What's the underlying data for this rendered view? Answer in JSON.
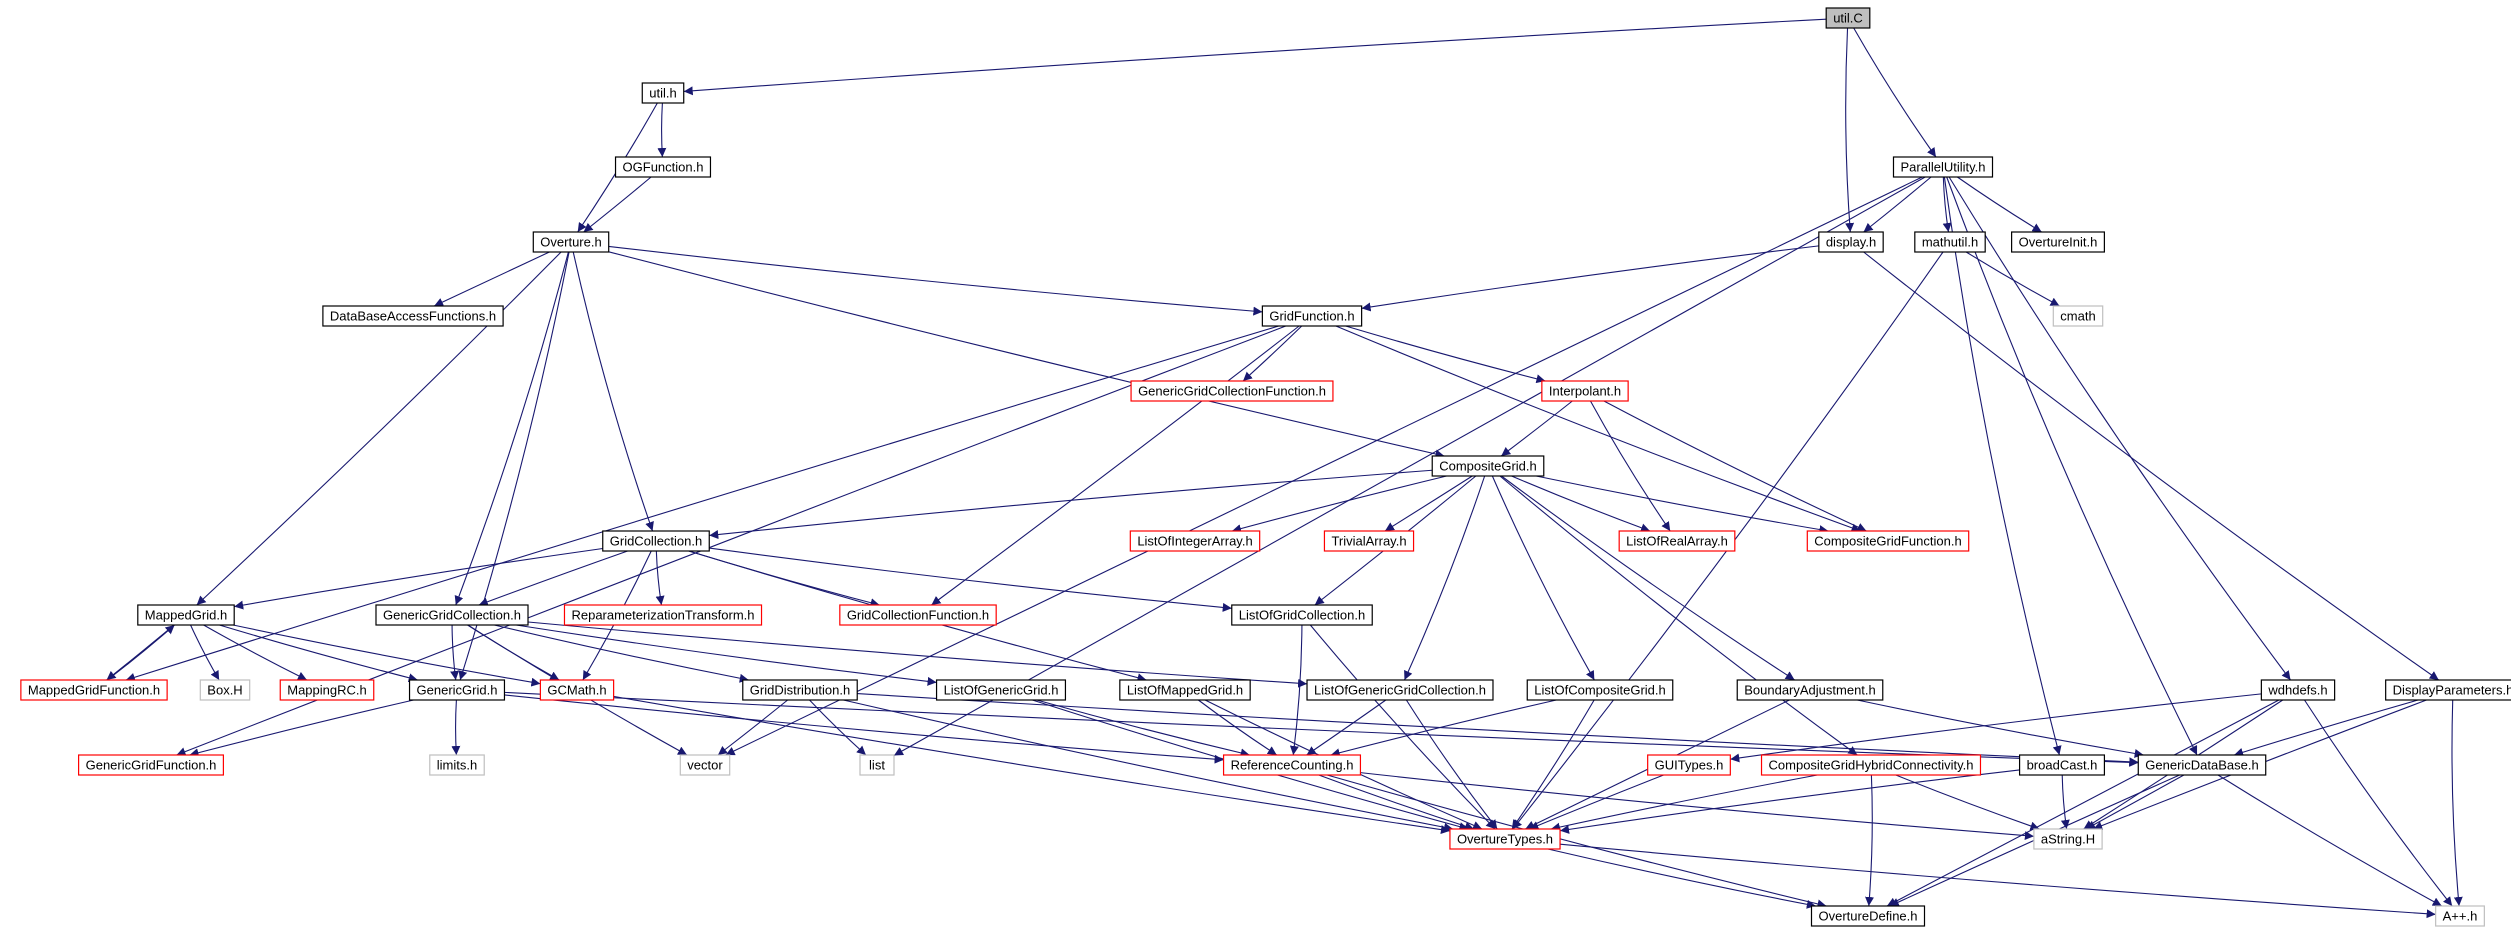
{
  "diagram": {
    "colors": {
      "edge": "#191970",
      "border_normal": "#000000",
      "border_truncated": "#ff0000",
      "border_system": "#bfbfbf",
      "root_fill": "#bfbfbf",
      "node_fill": "#ffffff"
    },
    "nodes": [
      {
        "id": "utilC",
        "label": "util.C",
        "style": "root"
      },
      {
        "id": "utilH",
        "label": "util.h",
        "style": "normal"
      },
      {
        "id": "OGFunction",
        "label": "OGFunction.h",
        "style": "normal"
      },
      {
        "id": "Overture",
        "label": "Overture.h",
        "style": "normal"
      },
      {
        "id": "DataBaseAccess",
        "label": "DataBaseAccessFunctions.h",
        "style": "normal"
      },
      {
        "id": "GridFunction",
        "label": "GridFunction.h",
        "style": "normal"
      },
      {
        "id": "GGCFunction",
        "label": "GenericGridCollectionFunction.h",
        "style": "truncated"
      },
      {
        "id": "Interpolant",
        "label": "Interpolant.h",
        "style": "truncated"
      },
      {
        "id": "CompositeGrid",
        "label": "CompositeGrid.h",
        "style": "normal"
      },
      {
        "id": "GridCollection",
        "label": "GridCollection.h",
        "style": "normal"
      },
      {
        "id": "ListOfIntegerArray",
        "label": "ListOfIntegerArray.h",
        "style": "truncated"
      },
      {
        "id": "TrivialArray",
        "label": "TrivialArray.h",
        "style": "truncated"
      },
      {
        "id": "ListOfRealArray",
        "label": "ListOfRealArray.h",
        "style": "truncated"
      },
      {
        "id": "CompositeGridFunction",
        "label": "CompositeGridFunction.h",
        "style": "truncated"
      },
      {
        "id": "MappedGrid",
        "label": "MappedGrid.h",
        "style": "normal"
      },
      {
        "id": "GenericGridCollection",
        "label": "GenericGridCollection.h",
        "style": "normal"
      },
      {
        "id": "Reparam",
        "label": "ReparameterizationTransform.h",
        "style": "truncated"
      },
      {
        "id": "GridCollectionFunction",
        "label": "GridCollectionFunction.h",
        "style": "truncated"
      },
      {
        "id": "ListOfGridCollection",
        "label": "ListOfGridCollection.h",
        "style": "normal"
      },
      {
        "id": "MappedGridFunction",
        "label": "MappedGridFunction.h",
        "style": "truncated"
      },
      {
        "id": "BoxH",
        "label": "Box.H",
        "style": "system"
      },
      {
        "id": "MappingRC",
        "label": "MappingRC.h",
        "style": "truncated"
      },
      {
        "id": "GenericGrid",
        "label": "GenericGrid.h",
        "style": "normal"
      },
      {
        "id": "GCMath",
        "label": "GCMath.h",
        "style": "truncated"
      },
      {
        "id": "GridDistribution",
        "label": "GridDistribution.h",
        "style": "normal"
      },
      {
        "id": "ListOfGenericGrid",
        "label": "ListOfGenericGrid.h",
        "style": "normal"
      },
      {
        "id": "ListOfMappedGrid",
        "label": "ListOfMappedGrid.h",
        "style": "normal"
      },
      {
        "id": "ListOfGGC",
        "label": "ListOfGenericGridCollection.h",
        "style": "normal"
      },
      {
        "id": "ListOfCompositeGrid",
        "label": "ListOfCompositeGrid.h",
        "style": "normal"
      },
      {
        "id": "BoundaryAdjustment",
        "label": "BoundaryAdjustment.h",
        "style": "normal"
      },
      {
        "id": "GenericGridFunction",
        "label": "GenericGridFunction.h",
        "style": "truncated"
      },
      {
        "id": "limits",
        "label": "limits.h",
        "style": "system"
      },
      {
        "id": "vector",
        "label": "vector",
        "style": "system"
      },
      {
        "id": "list",
        "label": "list",
        "style": "system"
      },
      {
        "id": "ReferenceCounting",
        "label": "ReferenceCounting.h",
        "style": "truncated"
      },
      {
        "id": "GUITypes",
        "label": "GUITypes.h",
        "style": "truncated"
      },
      {
        "id": "CGHC",
        "label": "CompositeGridHybridConnectivity.h",
        "style": "truncated"
      },
      {
        "id": "broadCast",
        "label": "broadCast.h",
        "style": "normal"
      },
      {
        "id": "OvertureTypes",
        "label": "OvertureTypes.h",
        "style": "truncated"
      },
      {
        "id": "OvertureDefine",
        "label": "OvertureDefine.h",
        "style": "normal"
      },
      {
        "id": "aString",
        "label": "aString.H",
        "style": "system"
      },
      {
        "id": "GenericDataBase",
        "label": "GenericDataBase.h",
        "style": "normal"
      },
      {
        "id": "ParallelUtility",
        "label": "ParallelUtility.h",
        "style": "normal"
      },
      {
        "id": "display",
        "label": "display.h",
        "style": "normal"
      },
      {
        "id": "mathutil",
        "label": "mathutil.h",
        "style": "normal"
      },
      {
        "id": "OvertureInit",
        "label": "OvertureInit.h",
        "style": "normal"
      },
      {
        "id": "cmath",
        "label": "cmath",
        "style": "system"
      },
      {
        "id": "wdhdefs",
        "label": "wdhdefs.h",
        "style": "normal"
      },
      {
        "id": "DisplayParameters",
        "label": "DisplayParameters.h",
        "style": "normal"
      },
      {
        "id": "App",
        "label": "A++.h",
        "style": "system"
      }
    ],
    "edges": [
      [
        "utilC",
        "utilH"
      ],
      [
        "utilC",
        "display"
      ],
      [
        "utilC",
        "ParallelUtility"
      ],
      [
        "utilH",
        "Overture"
      ],
      [
        "utilH",
        "OGFunction"
      ],
      [
        "OGFunction",
        "Overture"
      ],
      [
        "Overture",
        "DataBaseAccess"
      ],
      [
        "Overture",
        "GridFunction"
      ],
      [
        "Overture",
        "CompositeGrid"
      ],
      [
        "Overture",
        "GridCollection"
      ],
      [
        "Overture",
        "MappedGrid"
      ],
      [
        "Overture",
        "GenericGridCollection"
      ],
      [
        "Overture",
        "GenericGrid"
      ],
      [
        "GridFunction",
        "GGCFunction"
      ],
      [
        "GridFunction",
        "Interpolant"
      ],
      [
        "GridFunction",
        "CompositeGridFunction"
      ],
      [
        "GridFunction",
        "MappedGridFunction"
      ],
      [
        "GridFunction",
        "GenericGridFunction"
      ],
      [
        "GridFunction",
        "GridCollectionFunction"
      ],
      [
        "Interpolant",
        "CompositeGrid"
      ],
      [
        "Interpolant",
        "ListOfRealArray"
      ],
      [
        "Interpolant",
        "CompositeGridFunction"
      ],
      [
        "CompositeGrid",
        "GridCollection"
      ],
      [
        "CompositeGrid",
        "ListOfIntegerArray"
      ],
      [
        "CompositeGrid",
        "TrivialArray"
      ],
      [
        "CompositeGrid",
        "ListOfRealArray"
      ],
      [
        "CompositeGrid",
        "CompositeGridFunction"
      ],
      [
        "CompositeGrid",
        "ListOfGridCollection"
      ],
      [
        "CompositeGrid",
        "ListOfGGC"
      ],
      [
        "CompositeGrid",
        "ListOfCompositeGrid"
      ],
      [
        "CompositeGrid",
        "BoundaryAdjustment"
      ],
      [
        "CompositeGrid",
        "CGHC"
      ],
      [
        "GridCollection",
        "MappedGrid"
      ],
      [
        "GridCollection",
        "GenericGridCollection"
      ],
      [
        "GridCollection",
        "Reparam"
      ],
      [
        "GridCollection",
        "GridCollectionFunction"
      ],
      [
        "GridCollection",
        "ListOfGridCollection"
      ],
      [
        "GridCollection",
        "GCMath"
      ],
      [
        "GridCollection",
        "ListOfMappedGrid"
      ],
      [
        "MappedGrid",
        "MappedGridFunction"
      ],
      [
        "MappedGrid",
        "BoxH"
      ],
      [
        "MappedGrid",
        "MappingRC"
      ],
      [
        "MappedGrid",
        "GenericGrid"
      ],
      [
        "MappedGrid",
        "GCMath"
      ],
      [
        "MappedGridFunction",
        "MappedGrid"
      ],
      [
        "GenericGridCollection",
        "GenericGrid"
      ],
      [
        "GenericGridCollection",
        "GCMath"
      ],
      [
        "GenericGridCollection",
        "GridDistribution"
      ],
      [
        "GenericGridCollection",
        "ListOfGenericGrid"
      ],
      [
        "GenericGridCollection",
        "ListOfGGC"
      ],
      [
        "GenericGridCollection",
        "vector"
      ],
      [
        "GenericGrid",
        "GenericGridFunction"
      ],
      [
        "GenericGrid",
        "limits"
      ],
      [
        "GenericGrid",
        "ReferenceCounting"
      ],
      [
        "GenericGrid",
        "GenericDataBase"
      ],
      [
        "GCMath",
        "OvertureTypes"
      ],
      [
        "GridDistribution",
        "vector"
      ],
      [
        "GridDistribution",
        "list"
      ],
      [
        "GridDistribution",
        "OvertureTypes"
      ],
      [
        "GridDistribution",
        "GenericDataBase"
      ],
      [
        "ListOfGenericGrid",
        "ReferenceCounting"
      ],
      [
        "ListOfGenericGrid",
        "OvertureTypes"
      ],
      [
        "ListOfMappedGrid",
        "ReferenceCounting"
      ],
      [
        "ListOfMappedGrid",
        "OvertureTypes"
      ],
      [
        "ListOfGGC",
        "ReferenceCounting"
      ],
      [
        "ListOfGGC",
        "OvertureTypes"
      ],
      [
        "ListOfGridCollection",
        "ReferenceCounting"
      ],
      [
        "ListOfGridCollection",
        "OvertureTypes"
      ],
      [
        "ListOfCompositeGrid",
        "ReferenceCounting"
      ],
      [
        "ListOfCompositeGrid",
        "OvertureTypes"
      ],
      [
        "BoundaryAdjustment",
        "OvertureTypes"
      ],
      [
        "BoundaryAdjustment",
        "GenericDataBase"
      ],
      [
        "ReferenceCounting",
        "OvertureTypes"
      ],
      [
        "ReferenceCounting",
        "aString"
      ],
      [
        "ReferenceCounting",
        "OvertureDefine"
      ],
      [
        "GUITypes",
        "OvertureTypes"
      ],
      [
        "CGHC",
        "OvertureTypes"
      ],
      [
        "CGHC",
        "OvertureDefine"
      ],
      [
        "CGHC",
        "aString"
      ],
      [
        "broadCast",
        "OvertureTypes"
      ],
      [
        "broadCast",
        "aString"
      ],
      [
        "OvertureTypes",
        "OvertureDefine"
      ],
      [
        "OvertureTypes",
        "App"
      ],
      [
        "GenericDataBase",
        "aString"
      ],
      [
        "GenericDataBase",
        "OvertureDefine"
      ],
      [
        "GenericDataBase",
        "App"
      ],
      [
        "ParallelUtility",
        "display"
      ],
      [
        "ParallelUtility",
        "mathutil"
      ],
      [
        "ParallelUtility",
        "OvertureInit"
      ],
      [
        "ParallelUtility",
        "GenericDataBase"
      ],
      [
        "ParallelUtility",
        "broadCast"
      ],
      [
        "ParallelUtility",
        "wdhdefs"
      ],
      [
        "ParallelUtility",
        "vector"
      ],
      [
        "ParallelUtility",
        "list"
      ],
      [
        "display",
        "GridFunction"
      ],
      [
        "display",
        "DisplayParameters"
      ],
      [
        "mathutil",
        "cmath"
      ],
      [
        "mathutil",
        "OvertureTypes"
      ],
      [
        "wdhdefs",
        "GUITypes"
      ],
      [
        "wdhdefs",
        "aString"
      ],
      [
        "wdhdefs",
        "OvertureDefine"
      ],
      [
        "wdhdefs",
        "App"
      ],
      [
        "DisplayParameters",
        "GenericDataBase"
      ],
      [
        "DisplayParameters",
        "aString"
      ],
      [
        "DisplayParameters",
        "App"
      ]
    ]
  }
}
